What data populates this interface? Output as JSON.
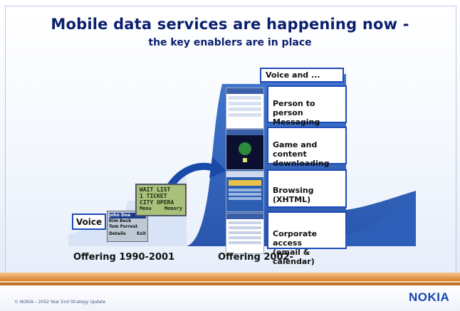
{
  "slide": {
    "title": "Mobile data services are happening now -",
    "subtitle": "the key enablers are in place"
  },
  "left_offering": {
    "voice_label": "Voice",
    "offering_label": "Offering 1990-2001",
    "phone_screen_lines": [
      "WAIT LIST",
      "1 TICKET",
      "CITY OPERA"
    ],
    "phone_softkeys": [
      "Menu",
      "Memory"
    ],
    "list_screen_items": [
      "John Doe",
      "Kim Beck",
      "Tom Forrest"
    ],
    "list_softkeys": [
      "Details",
      "Exit"
    ]
  },
  "right_offering": {
    "voice_and_label": "Voice and ...",
    "offering_label": "Offering 2002-",
    "features": [
      {
        "label": "Person to person\nMessaging\n(MMS)"
      },
      {
        "label": "Game and content\ndownloading\n(Java)"
      },
      {
        "label": "Browsing\n(XHTML)"
      },
      {
        "label": "Corporate access\n(email & calendar)"
      }
    ]
  },
  "footer": {
    "copyright": "© NOKIA – 2002 Year End Strategy Update",
    "logo_text": "NOKIA"
  },
  "colors": {
    "title": "#0a1f6e",
    "box_border": "#1e4ab8",
    "chart_shape": "#2d5fb8",
    "arrow": "#1a4aa8",
    "footer_band": "#d88733",
    "logo": "#1446b0"
  }
}
